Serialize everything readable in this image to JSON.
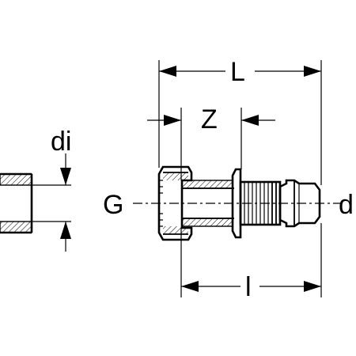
{
  "labels": {
    "length_total": "L",
    "length_z": "Z",
    "length_l": "l",
    "inner_diameter": "di",
    "thread": "G",
    "outer_diameter": "d"
  }
}
